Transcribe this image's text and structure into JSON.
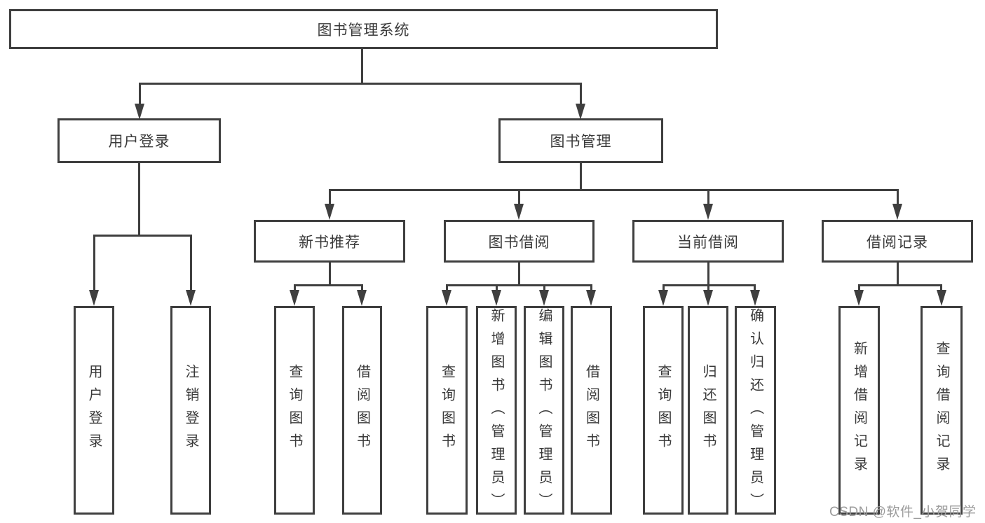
{
  "diagram": {
    "root": {
      "label": "图书管理系统"
    },
    "level2": [
      {
        "label": "用户登录"
      },
      {
        "label": "图书管理"
      }
    ],
    "level3": [
      {
        "label": "新书推荐"
      },
      {
        "label": "图书借阅"
      },
      {
        "label": "当前借阅"
      },
      {
        "label": "借阅记录"
      }
    ],
    "leaves": [
      {
        "label": "用户登录"
      },
      {
        "label": "注销登录"
      },
      {
        "label": "查询图书"
      },
      {
        "label": "借阅图书"
      },
      {
        "label": "查询图书"
      },
      {
        "label": "新增图书（管理员）"
      },
      {
        "label": "编辑图书（管理员）"
      },
      {
        "label": "借阅图书"
      },
      {
        "label": "查询图书"
      },
      {
        "label": "归还图书"
      },
      {
        "label": "确认归还（管理员）"
      },
      {
        "label": "新增借阅记录"
      },
      {
        "label": "查询借阅记录"
      }
    ],
    "watermark": "CSDN @软件_小贺同学",
    "colors": {
      "line": "#3f3f3f",
      "text": "#3a3a3a",
      "watermark": "#9b9b9b",
      "background": "#ffffff"
    }
  }
}
